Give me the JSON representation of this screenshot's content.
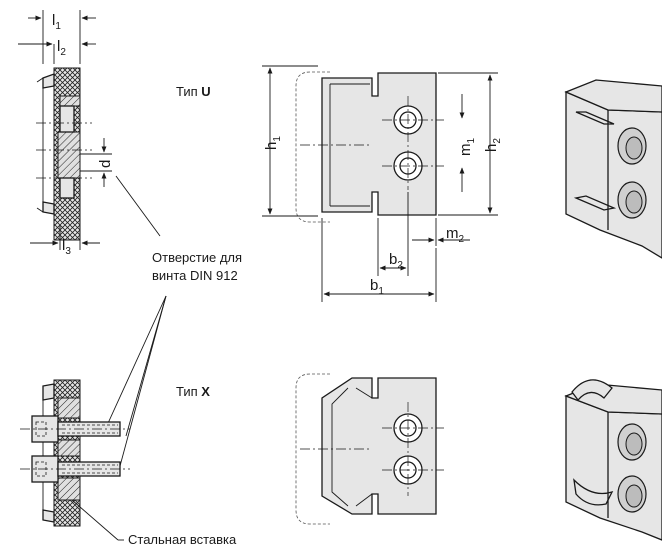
{
  "labels": {
    "l1": "l",
    "l1_sub": "1",
    "l2": "l",
    "l2_sub": "2",
    "l3": "l",
    "l3_sub": "3",
    "d": "d",
    "h1": "h",
    "h1_sub": "1",
    "h2": "h",
    "h2_sub": "2",
    "m1": "m",
    "m1_sub": "1",
    "m2": "m",
    "m2_sub": "2",
    "b1": "b",
    "b1_sub": "1",
    "b2": "b",
    "b2_sub": "2"
  },
  "types": {
    "u_prefix": "Тип ",
    "u_letter": "U",
    "x_prefix": "Тип ",
    "x_letter": "X"
  },
  "callouts": {
    "hole_line1": "Отверстие для",
    "hole_line2": "винта DIN 912",
    "insert": "Стальная вставка"
  }
}
